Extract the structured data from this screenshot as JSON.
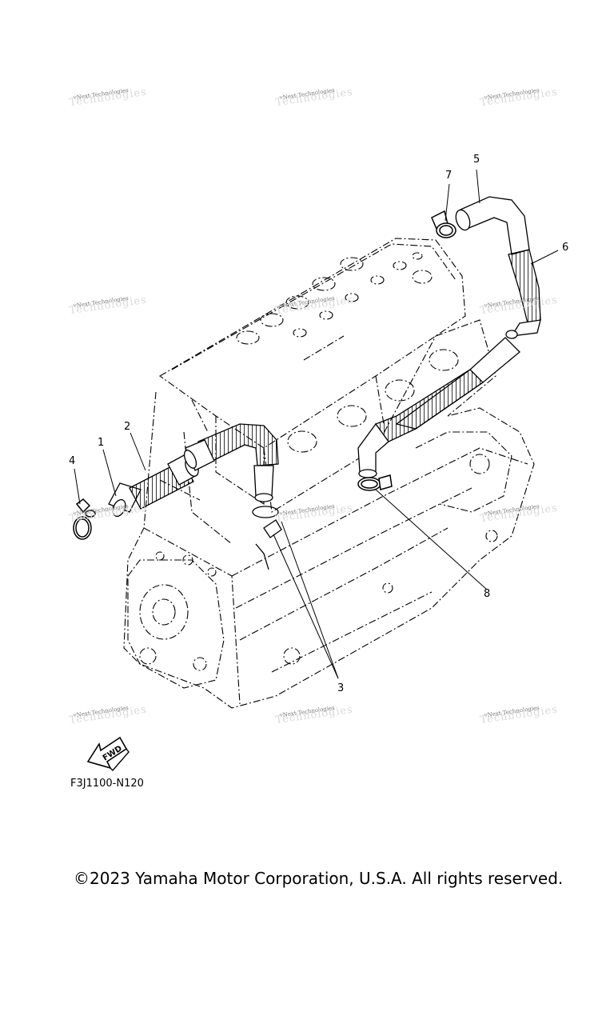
{
  "watermark": {
    "text": "vNext Technologies",
    "ghost": "Technologies"
  },
  "callouts": {
    "c1": "1",
    "c2": "2",
    "c3": "3",
    "c4": "4",
    "c5": "5",
    "c6": "6",
    "c7": "7",
    "c8": "8"
  },
  "fwd_label": "FWD",
  "diagram_code": "F3J1100-N120",
  "copyright": "©2023 Yamaha Motor Corporation, U.S.A. All rights reserved."
}
